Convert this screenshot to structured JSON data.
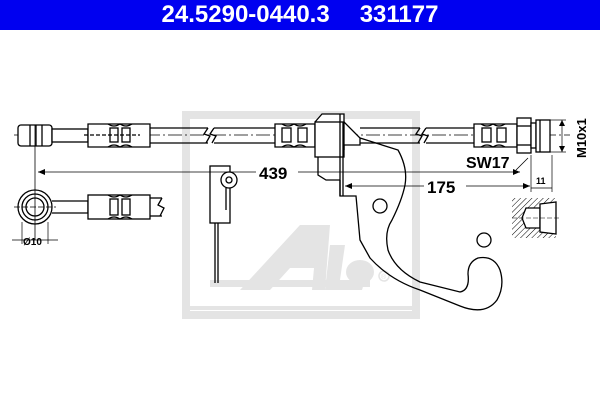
{
  "header": {
    "part_number": "24.5290-0440.3",
    "reference_number": "331177",
    "background_color": "#0000f0",
    "text_color": "#ffffff"
  },
  "drawing": {
    "title": "Brake hose technical drawing",
    "watermark": {
      "brand": "Ate",
      "registered_mark": "®",
      "color": "#e4e4e4"
    },
    "dimensions": {
      "overall_length": "439",
      "bracket_to_end": "175",
      "thread_length": "11",
      "thread_spec": "M10x1",
      "wrench_size": "SW17",
      "banjo_diameter": "Ø10"
    }
  }
}
